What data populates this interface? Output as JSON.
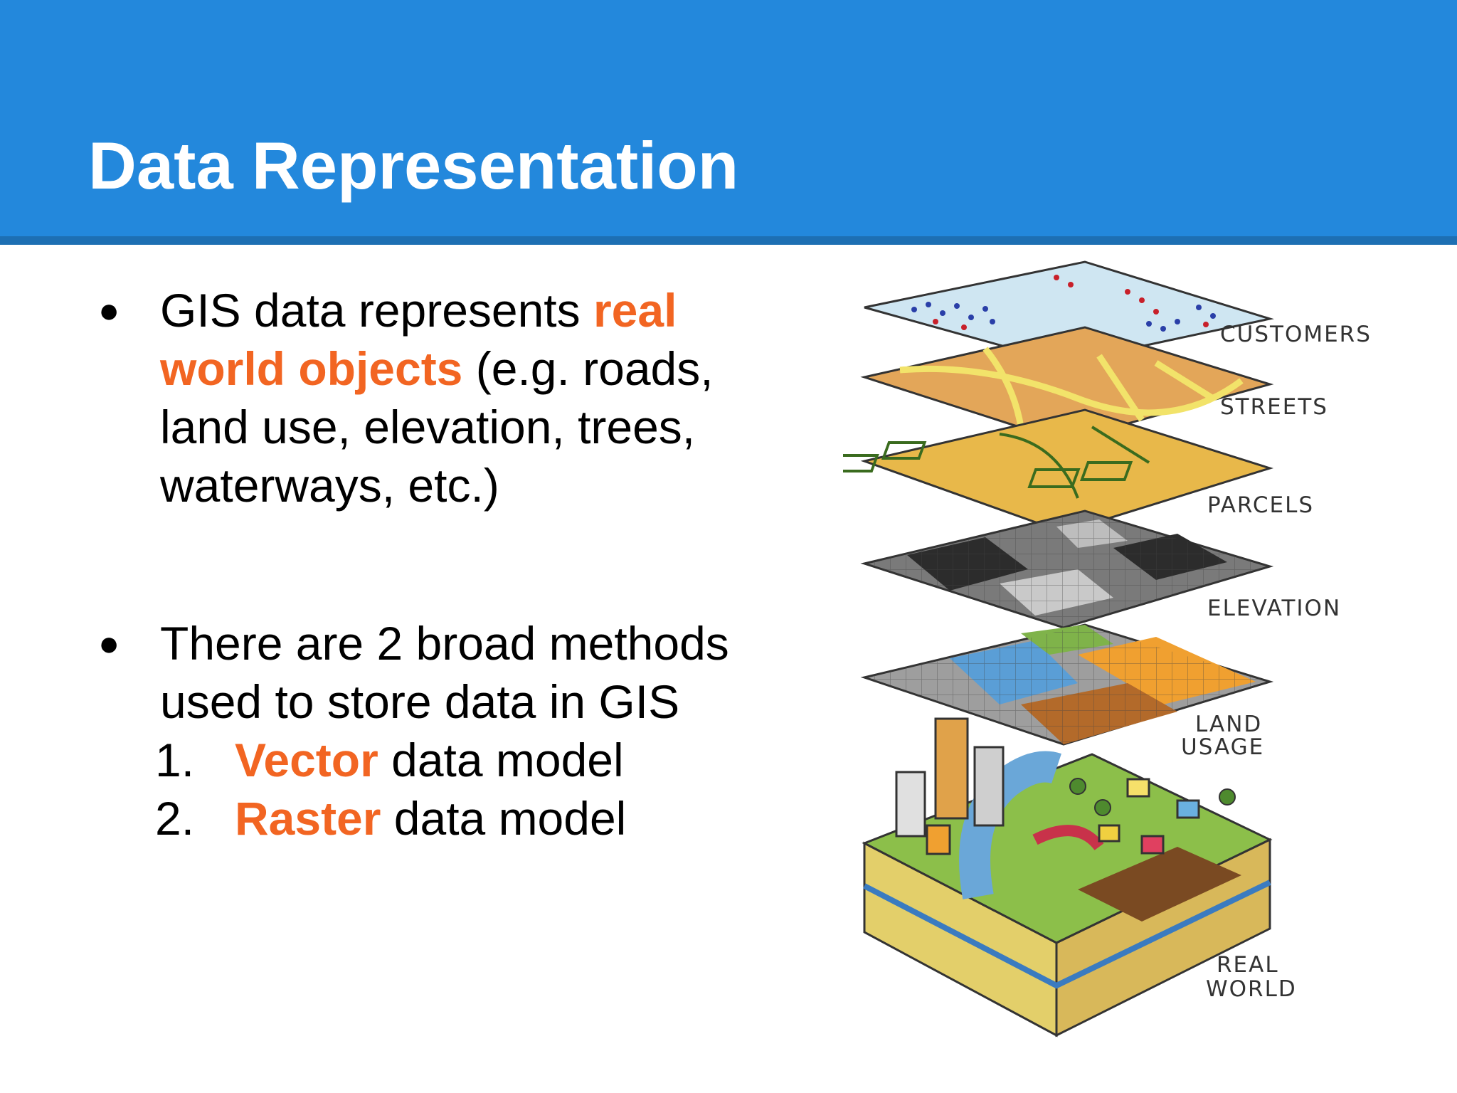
{
  "slide": {
    "title": "Data Representation",
    "bullets": [
      {
        "parts": [
          "GIS data represents ",
          "real world objects",
          " (e.g. roads, land use, elevation, trees, waterways, etc.)"
        ]
      },
      {
        "text": "There are 2 broad methods used to store data in GIS",
        "items": [
          {
            "number": "1.",
            "highlight": "Vector",
            "rest": " data model"
          },
          {
            "number": "2.",
            "highlight": "Raster",
            "rest": " data model"
          }
        ]
      }
    ],
    "bullet_glyph": "●"
  },
  "figure": {
    "layer_labels": [
      "CUSTOMERS",
      "STREETS",
      "PARCELS",
      "ELEVATION",
      "LAND",
      "USAGE",
      "REAL",
      "WORLD"
    ]
  },
  "colors": {
    "title_bar": "#2388dc",
    "accent": "#f26522"
  }
}
